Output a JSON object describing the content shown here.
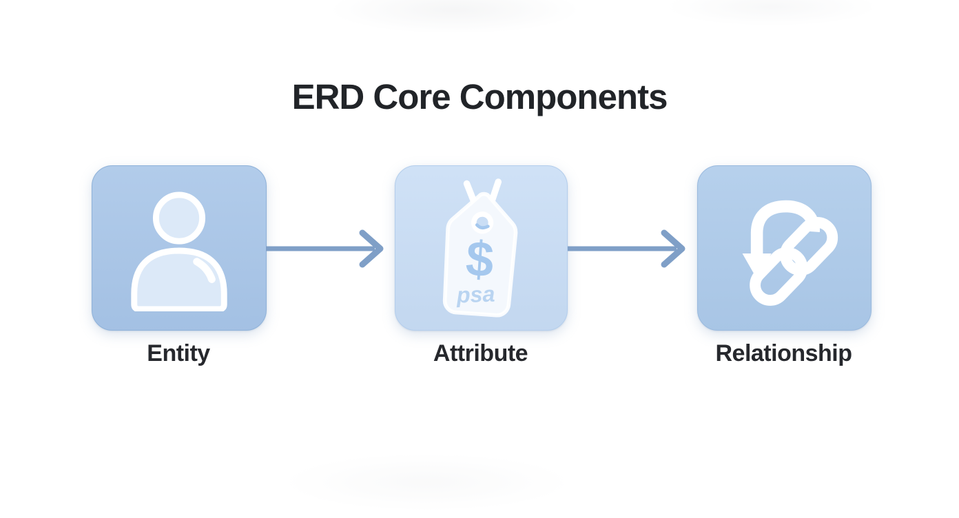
{
  "title": "ERD Core Components",
  "diagram": {
    "type": "flow",
    "direction": "left-to-right",
    "nodes": [
      {
        "label": "Entity",
        "icon": "person-icon"
      },
      {
        "label": "Attribute",
        "icon": "price-tag-icon",
        "tag_symbol": "$",
        "tag_scribble": "psa"
      },
      {
        "label": "Relationship",
        "icon": "chain-link-arrow-icon"
      }
    ],
    "connectors": [
      {
        "from": "Entity",
        "to": "Attribute",
        "style": "right-arrow"
      },
      {
        "from": "Attribute",
        "to": "Relationship",
        "style": "right-arrow"
      }
    ]
  },
  "colors": {
    "page_bg": "#ffffff",
    "title_text": "#212428",
    "label_text": "#26282d",
    "entity_box": "#a9c6e8",
    "entity_box_border": "#8fb2d9",
    "attribute_box": "#cadef5",
    "attribute_box_border": "#b4ceec",
    "relationship_box": "#aecbea",
    "relationship_box_border": "#9abade",
    "connector": "#7f9fc7",
    "icon_stroke": "#ffffff",
    "person_fill": "#dce9f8",
    "tag_fill": "#f4f8fd",
    "tag_symbol_color": "#a5c8ee",
    "tag_scribble_color": "#b9d4f1"
  }
}
